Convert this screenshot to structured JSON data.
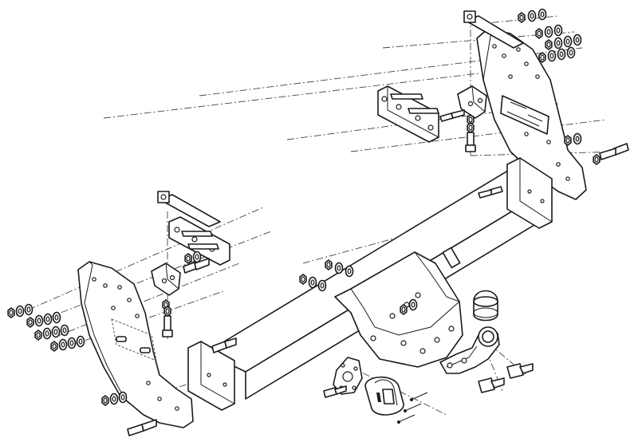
{
  "diagram": {
    "kind": "exploded-view",
    "subject": "towbar assembly",
    "line_color": "#1a1a1a",
    "background": "#ffffff",
    "parts": [
      "left-side-plate",
      "right-side-plate",
      "main-crossbar",
      "center-mounting-bracket",
      "towball-neck",
      "towball-cap",
      "electric-socket",
      "socket-plate",
      "left-clamp-bracket",
      "right-clamp-bracket",
      "left-tie-strap",
      "right-tie-strap",
      "bolts",
      "nuts",
      "washers"
    ]
  }
}
